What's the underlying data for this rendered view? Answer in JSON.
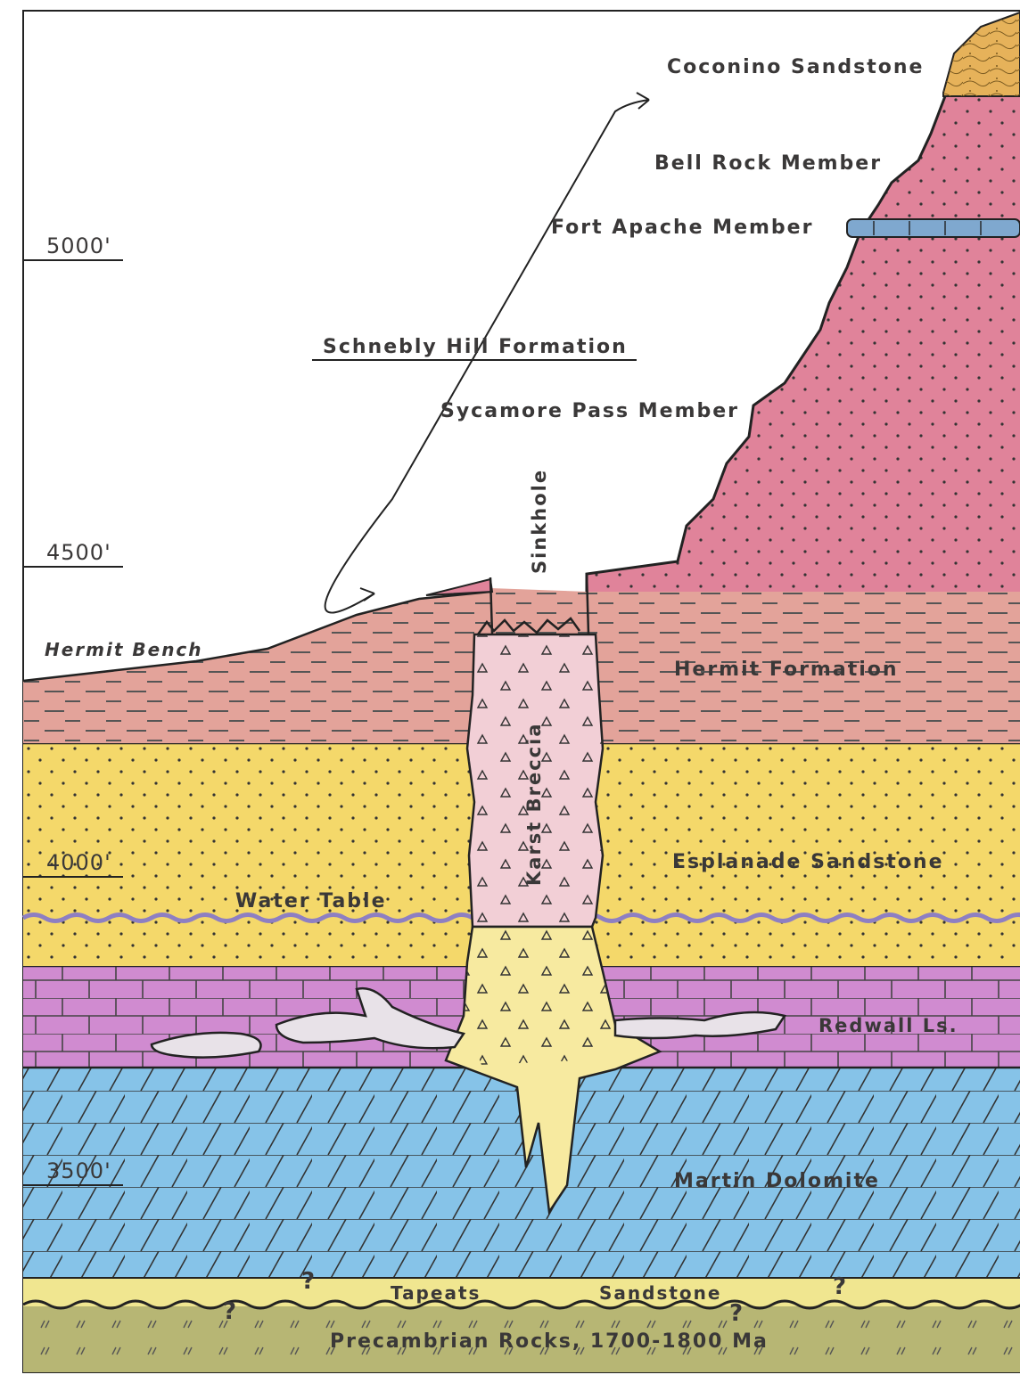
{
  "elevations": [
    "5000'",
    "4500'",
    "4000'",
    "3500'"
  ],
  "labels": {
    "coconino": "Coconino Sandstone",
    "bell_rock": "Bell Rock Member",
    "fort_apache": "Fort Apache Member",
    "schnebly": "Schnebly Hill Formation",
    "sycamore": "Sycamore Pass Member",
    "sinkhole": "Sinkhole",
    "hermit_bench": "Hermit Bench",
    "hermit_formation": "Hermit Formation",
    "karst_breccia": "Karst Breccia",
    "esplanade": "Esplanade Sandstone",
    "water_table": "Water Table",
    "redwall": "Redwall Ls.",
    "martin": "Martin Dolomite",
    "tapeats_1": "Tapeats",
    "tapeats_2": "Sandstone",
    "precambrian": "Precambrian Rocks, 1700-1800 Ma",
    "question_mark": "?"
  },
  "colors": {
    "coconino": "#e6b25a",
    "schnebly": "#e0839a",
    "fort_apache": "#7fa8cf",
    "hermit": "#e3a39a",
    "esplanade": "#f4d86a",
    "water_table": "#8e7fc2",
    "redwall": "#d08bd0",
    "martin": "#86c3e8",
    "tapeats": "#f0e690",
    "precambrian": "#b7b674",
    "breccia_upper": "#f2cfd6",
    "breccia_lower": "#f7eaa0",
    "outline": "#2a2a2a"
  }
}
